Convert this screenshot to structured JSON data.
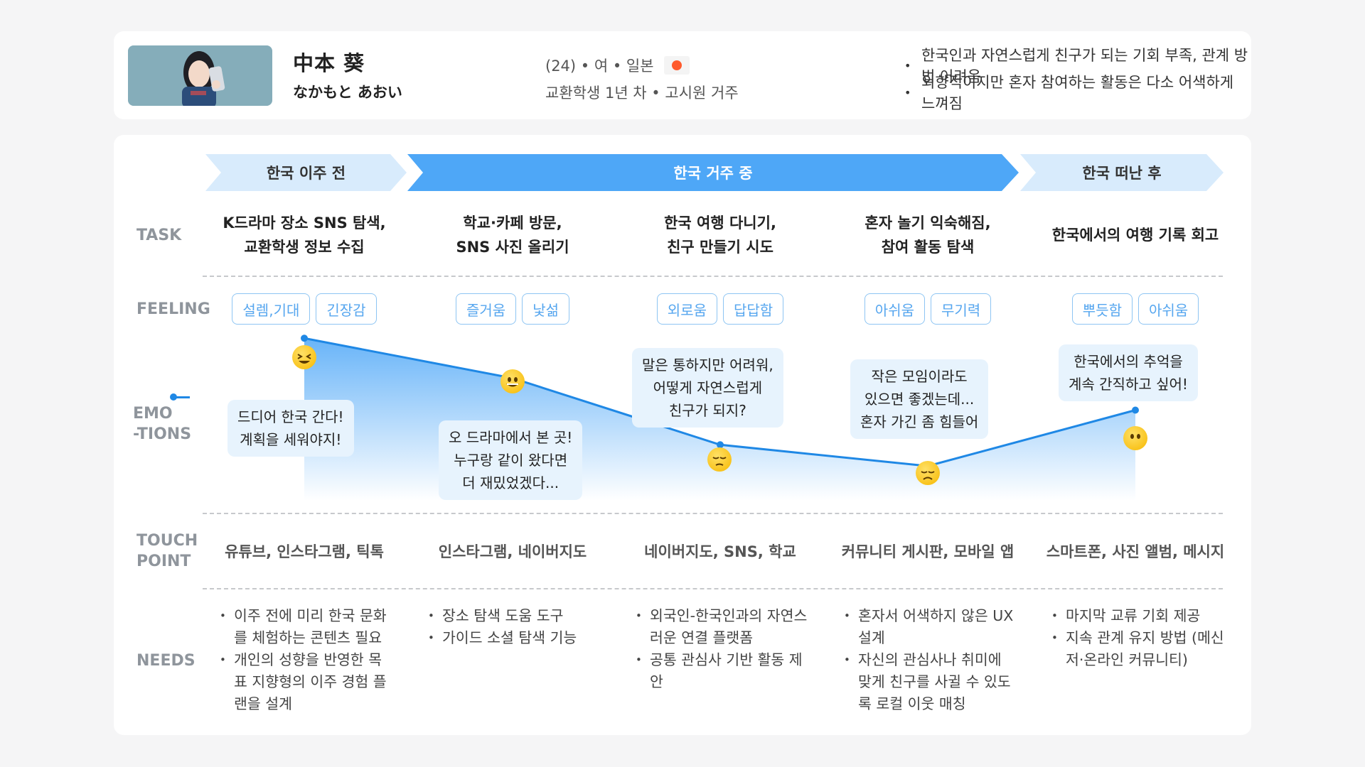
{
  "persona": {
    "name": "中本 葵",
    "kana": "なかもと あおい",
    "details": "(24) • 여 • 일본",
    "status": "교환학생 1년 차 • 고시원 거주",
    "flag_icon": "japan-flag-icon",
    "pain_points": [
      "한국인과 자연스럽게 친구가 되는 기회 부족, 관계 방법 어려움",
      "외향적이지만 혼자 참여하는 활동은 다소 어색하게 느껴짐"
    ]
  },
  "phases": {
    "before": "한국 이주 전",
    "during": "한국 거주 중",
    "after": "한국 떠난 후"
  },
  "row_labels": {
    "task": "TASK",
    "feeling": "FEELING",
    "emotions_1": "EMO",
    "emotions_2": "-TIONS",
    "touch_1": "TOUCH",
    "touch_2": "POINT",
    "needs": "NEEDS"
  },
  "stages": [
    {
      "task": [
        "K드라마 장소 SNS 탐색,",
        "교환학생 정보 수집"
      ],
      "feelings": [
        "설렘,기대",
        "긴장감"
      ],
      "emotion": [
        "드디어 한국 간다!",
        "계획을 세워야지!"
      ],
      "emoji": "laughing-emoji-icon",
      "touchpoint": "유튜브, 인스타그램, 틱톡",
      "needs": [
        "이주 전에 미리 한국 문화를 체험하는 콘텐츠 필요",
        "개인의 성향을 반영한 목표 지향형의 이주 경험 플랜을 설계"
      ]
    },
    {
      "task": [
        "학교·카페 방문,",
        "SNS 사진 올리기"
      ],
      "feelings": [
        "즐거움",
        "낯섦"
      ],
      "emotion": [
        "오 드라마에서 본 곳!",
        "누구랑 같이 왔다면",
        "더 재밌었겠다..."
      ],
      "emoji": "grinning-emoji-icon",
      "touchpoint": "인스타그램, 네이버지도",
      "needs": [
        "장소 탐색 도움 도구",
        "가이드 소셜 탐색 기능"
      ]
    },
    {
      "task": [
        "한국 여행 다니기,",
        "친구 만들기 시도"
      ],
      "feelings": [
        "외로움",
        "답답함"
      ],
      "emotion": [
        "말은 통하지만 어려워,",
        "어떻게 자연스럽게",
        "친구가 되지?"
      ],
      "emoji": "pensive-emoji-icon",
      "touchpoint": "네이버지도, SNS, 학교",
      "needs": [
        "외국인-한국인과의 자연스러운 연결 플랫폼",
        "공통 관심사 기반 활동 제안"
      ]
    },
    {
      "task": [
        "혼자 놀기 익숙해짐,",
        "참여 활동 탐색"
      ],
      "feelings": [
        "아쉬움",
        "무기력"
      ],
      "emotion": [
        "작은 모임이라도",
        "있으면 좋겠는데...",
        "혼자 가긴 좀 힘들어"
      ],
      "emoji": "disappointed-emoji-icon",
      "touchpoint": "커뮤니티 게시판, 모바일 앱",
      "needs": [
        "혼자서 어색하지 않은 UX 설계",
        "자신의 관심사나 취미에 맞게 친구를 사귈 수 있도록 로컬 이웃 매칭"
      ]
    },
    {
      "task": [
        "한국에서의 여행 기록 회고"
      ],
      "feelings": [
        "뿌듯함",
        "아쉬움"
      ],
      "emotion": [
        "한국에서의 추억을",
        "계속 간직하고 싶어!"
      ],
      "emoji": "neutral-emoji-icon",
      "touchpoint": "스마트폰, 사진 앨범, 메시지",
      "needs": [
        "마지막 교류 기회 제공",
        "지속 관계 유지 방법 (메신저·온라인 커뮤니티)"
      ]
    }
  ],
  "chart_data": {
    "type": "line",
    "categories": [
      "한국 이주 전",
      "학교·카페 방문",
      "한국 여행 다니기",
      "혼자 놀기 익숙해짐",
      "한국 떠난 후"
    ],
    "series": [
      {
        "values": [
          0.85,
          0.7,
          0.45,
          0.37,
          0.58
        ]
      }
    ],
    "ylim": [
      0,
      1
    ],
    "line_color": "#1f88e5",
    "fill_color": "#4ea7f7"
  }
}
